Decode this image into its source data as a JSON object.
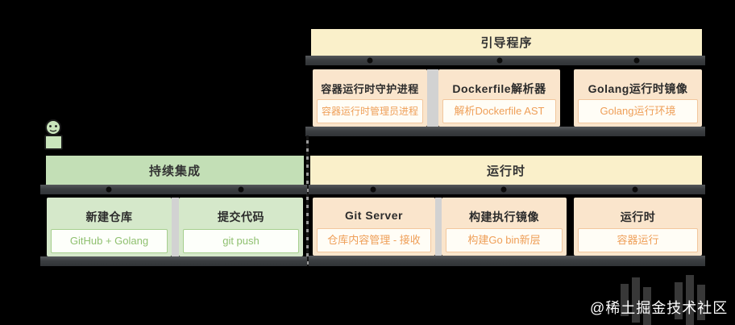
{
  "groups": {
    "bootstrap": {
      "title": "引导程序",
      "cards": [
        {
          "title": "容器运行时守护进程",
          "detail": "容器运行时管理员进程"
        },
        {
          "title": "Dockerfile解析器",
          "detail": "解析Dockerfile AST"
        },
        {
          "title": "Golang运行时镜像",
          "detail": "Golang运行环境"
        }
      ]
    },
    "ci": {
      "title": "持续集成",
      "cards": [
        {
          "title": "新建仓库",
          "detail": "GitHub + Golang"
        },
        {
          "title": "提交代码",
          "detail": "git push"
        }
      ]
    },
    "runtime": {
      "title": "运行时",
      "cards": [
        {
          "title": "Git Server",
          "detail": "仓库内容管理 - 接收"
        },
        {
          "title": "构建执行镜像",
          "detail": "构建Go bin新层"
        },
        {
          "title": "运行时",
          "detail": "容器运行"
        }
      ]
    }
  },
  "watermark": "@稀土掘金技术社区",
  "colors": {
    "background": "#000000",
    "orange_header_bg": "#faf0ca",
    "orange_card_bg": "#fae5cc",
    "orange_accent": "#ef9f58",
    "green_header_bg": "#c3dfb6",
    "green_card_bg": "#d5e8ca",
    "green_accent": "#8fc06f",
    "band": "#3b3e41",
    "divider": "#d2d2d2",
    "watermark_text": "#ffffff"
  }
}
